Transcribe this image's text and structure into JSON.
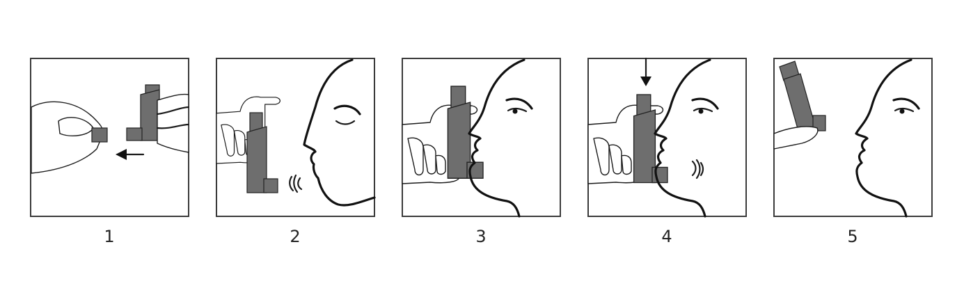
{
  "steps": [
    {
      "number": "1"
    },
    {
      "number": "2"
    },
    {
      "number": "3"
    },
    {
      "number": "4"
    },
    {
      "number": "5"
    }
  ],
  "colors": {
    "inhaler": "#6e6e6e",
    "outline": "#1a1a1a",
    "frame": "#3a3a3a"
  }
}
